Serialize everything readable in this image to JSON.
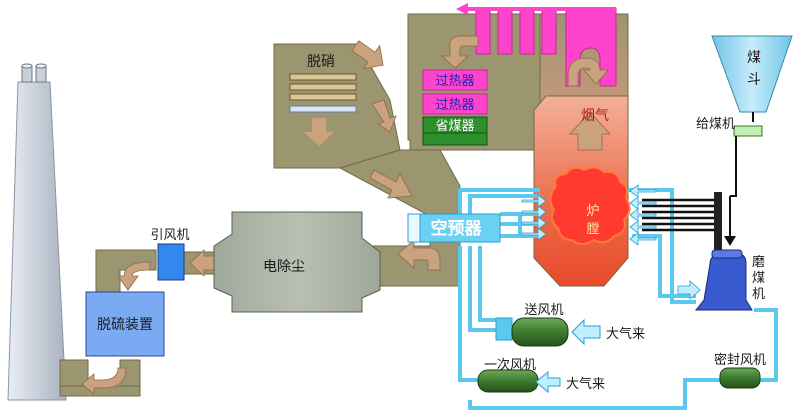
{
  "labels": {
    "denox": "脱硝",
    "superheater_1": "过热器",
    "superheater_2": "过热器",
    "economizer": "省煤器",
    "flue_gas": "烟气",
    "furnace_1": "炉",
    "furnace_2": "膛",
    "air_preheater": "空预器",
    "esp": "电除尘",
    "induced_fan": "引风机",
    "fgd": "脱硫装置",
    "forced_fan": "送风机",
    "ambient_air_1": "大气来",
    "primary_fan": "一次风机",
    "ambient_air_2": "大气来",
    "seal_fan": "密封风机",
    "coal_hopper_1": "煤",
    "coal_hopper_2": "斗",
    "coal_feeder": "给煤机",
    "mill_1": "磨",
    "mill_2": "煤",
    "mill_3": "机"
  },
  "colors": {
    "flue_duct": "#9b9570",
    "flue_arrow": "#caa37e",
    "furnace_top": "#f09a82",
    "furnace_bottom": "#e84a2a",
    "air_duct": "#5bc8ee",
    "fan_green": "#3d7a2e",
    "pink": "#ff44cc",
    "label_blue": "#2222bb"
  }
}
